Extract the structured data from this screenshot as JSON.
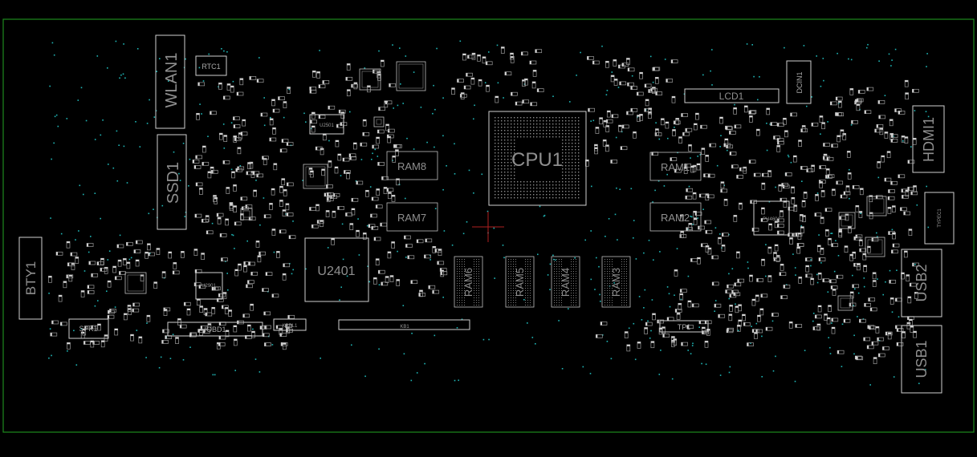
{
  "board": {
    "components": {
      "wlan": "WLAN1",
      "ssd": "SSD1",
      "bty": "BTY1",
      "spk": "SPK1",
      "rtc": "RTC1",
      "iobd": "IOBD1",
      "kbbl": "KBBL1",
      "kb": "KB1",
      "u2401": "U2401",
      "u2501": "U2501",
      "u2901": "U2901",
      "cpu": "CPU1",
      "ram1": "RAM1",
      "ram2": "RAM2",
      "ram3": "RAM3",
      "ram4": "RAM4",
      "ram5": "RAM5",
      "ram6": "RAM6",
      "ram7": "RAM7",
      "ram8": "RAM8",
      "lcd": "LCD1",
      "dcin": "DCIN1",
      "hdmi": "HDMI1",
      "typec": "TYPEC1",
      "usb1": "USB1",
      "usb2": "USB2",
      "tp": "TP1",
      "pu4601": "PU4601"
    }
  },
  "colors": {
    "background": "#000000",
    "outline": "#1d8a1d",
    "silkscreen": "#cfcfcf",
    "label": "#8f8f8f",
    "via": "#1fb6b6"
  }
}
